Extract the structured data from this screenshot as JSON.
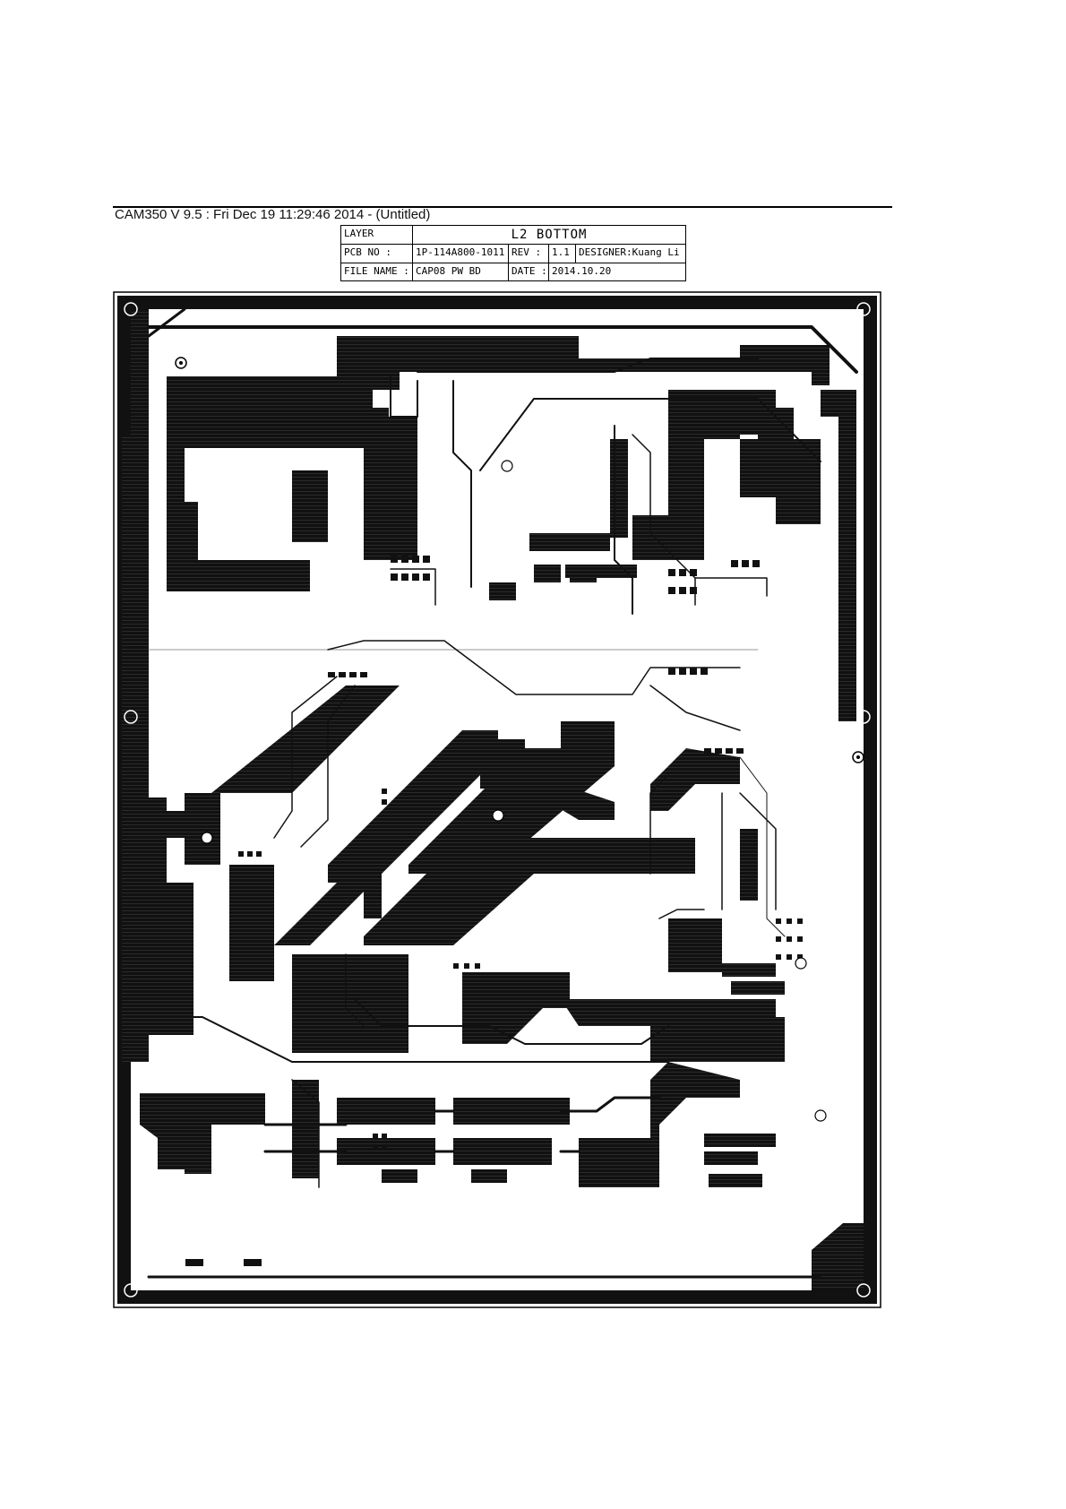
{
  "header": {
    "text": "CAM350 V 9.5 : Fri Dec 19 11:29:46 2014 - (Untitled)"
  },
  "title_block": {
    "layer_label": "LAYER",
    "layer_value": "L2 BOTTOM",
    "pcb_no_label": "PCB NO :",
    "pcb_no_value": "1P-114A800-1011",
    "rev_label": "REV :",
    "rev_value": "1.1",
    "designer": "DESIGNER:Kuang Li",
    "file_name_label": "FILE NAME :",
    "file_name_value": "CAP08 PW BD",
    "date_label": "DATE :",
    "date_value": "2014.10.20"
  },
  "colors": {
    "copper": "#111111",
    "background": "#ffffff",
    "outline": "#000000"
  }
}
